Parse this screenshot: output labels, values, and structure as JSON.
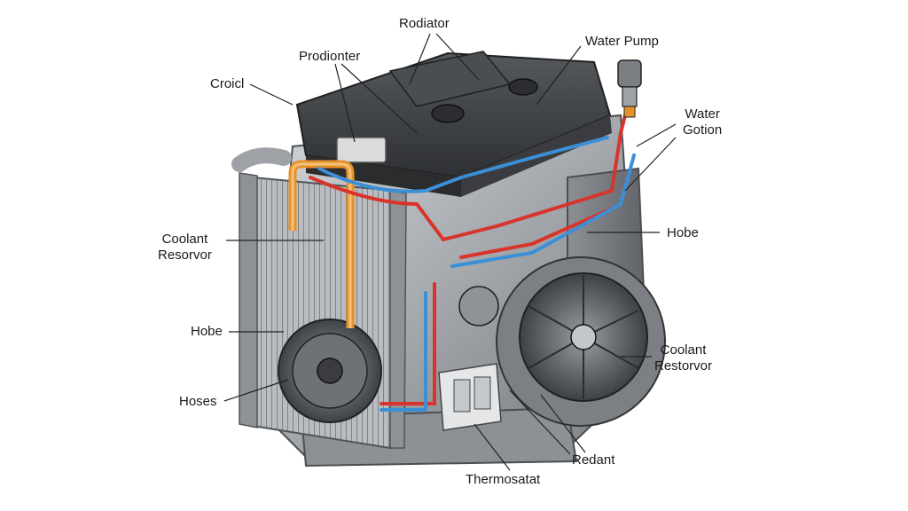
{
  "labels": {
    "radiator": "Rodiator",
    "prodionter": "Prodionter",
    "croicl": "Croicl",
    "water_pump": "Water Pump",
    "water_gotion_line1": "Water",
    "water_gotion_line2": "Gotion",
    "coolant_resorvor_line1": "Coolant",
    "coolant_resorvor_line2": "Resorvor",
    "hobe_right": "Hobe",
    "hobe_left": "Hobe",
    "hoses": "Hoses",
    "coolant_restorvor_line1": "Coolant",
    "coolant_restorvor_line2": "Restorvor",
    "redant": "Redant",
    "thermosatat": "Thermosatat"
  },
  "colors": {
    "hot_coolant": "#d9342b",
    "cold_coolant": "#3b8fd6",
    "overflow_hose": "#e8912b",
    "engine_dark": "#3d3f42",
    "engine_metal": "#a9adb1",
    "leader_line": "#222222"
  }
}
